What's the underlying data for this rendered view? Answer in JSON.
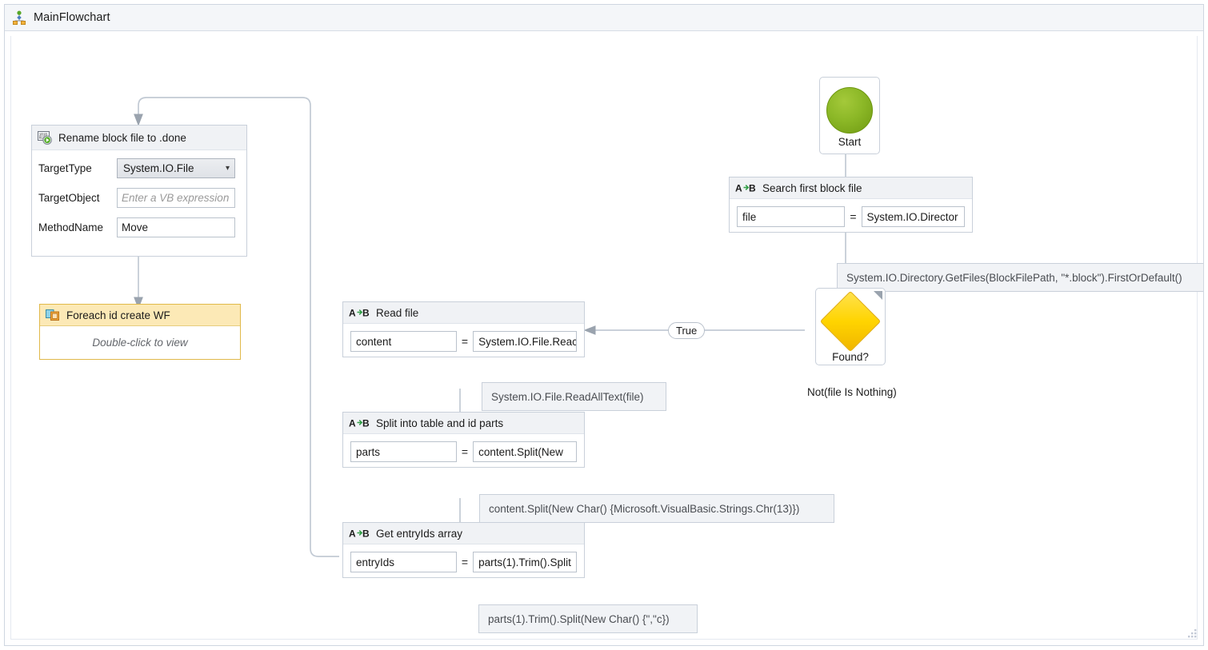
{
  "window": {
    "title": "MainFlowchart",
    "breadcrumb_icon": "flowchart-icon",
    "resize_grip_icon": "resize-grip-icon"
  },
  "colors": {
    "start_node_green": "#8cb827",
    "decision_yellow": "#ffd400",
    "subworkflow_amber": "#fce9b6",
    "card_header_gray": "#f0f2f5",
    "connector_gray": "#b9c2cd",
    "tooltip_bg": "#f1f3f6"
  },
  "nodes": {
    "start": {
      "name": "start-node",
      "caption": "Start",
      "icon": "green-circle-icon"
    },
    "search_block_file": {
      "name": "search-first-block-file",
      "icon": "assign-icon",
      "title": "Search first block file",
      "to": "file",
      "operator": "=",
      "value": "System.IO.Director",
      "tooltip": "System.IO.Directory.GetFiles(BlockFilePath, \"*.block\").FirstOrDefault()"
    },
    "found_decision": {
      "name": "found-decision-node",
      "caption": "Found?",
      "icon": "yellow-diamond-icon",
      "condition": "Not(file Is Nothing)",
      "true_label": "True"
    },
    "read_file": {
      "name": "read-file-assign",
      "icon": "assign-icon",
      "title": "Read file",
      "to": "content",
      "operator": "=",
      "value": "System.IO.File.Reac",
      "tooltip": "System.IO.File.ReadAllText(file)"
    },
    "split_parts": {
      "name": "split-into-table-and-id-parts-assign",
      "icon": "assign-icon",
      "title": "Split into table and id parts",
      "to": "parts",
      "operator": "=",
      "value": "content.Split(New ",
      "tooltip": "content.Split(New Char() {Microsoft.VisualBasic.Strings.Chr(13)})"
    },
    "get_entry_ids": {
      "name": "get-entryids-array-assign",
      "icon": "assign-icon",
      "title": "Get entryIds array",
      "to": "entryIds",
      "operator": "=",
      "value": "parts(1).Trim().Split",
      "tooltip": "parts(1).Trim().Split(New Char() {\",\"c})"
    },
    "rename_block": {
      "name": "rename-block-file-invoke-method",
      "icon": "invoke-method-icon",
      "title": "Rename block file to .done",
      "fields": [
        {
          "label": "TargetType",
          "type": "combobox",
          "value": "System.IO.File",
          "placeholder": ""
        },
        {
          "label": "TargetObject",
          "type": "textbox",
          "value": "",
          "placeholder": "Enter a VB expression"
        },
        {
          "label": "MethodName",
          "type": "textbox",
          "value": "Move",
          "placeholder": ""
        }
      ]
    },
    "foreach_wf": {
      "name": "foreach-id-create-wf-subworkflow",
      "icon": "sub-workflow-icon",
      "title": "Foreach id create WF",
      "hint": "Double-click to view"
    }
  }
}
